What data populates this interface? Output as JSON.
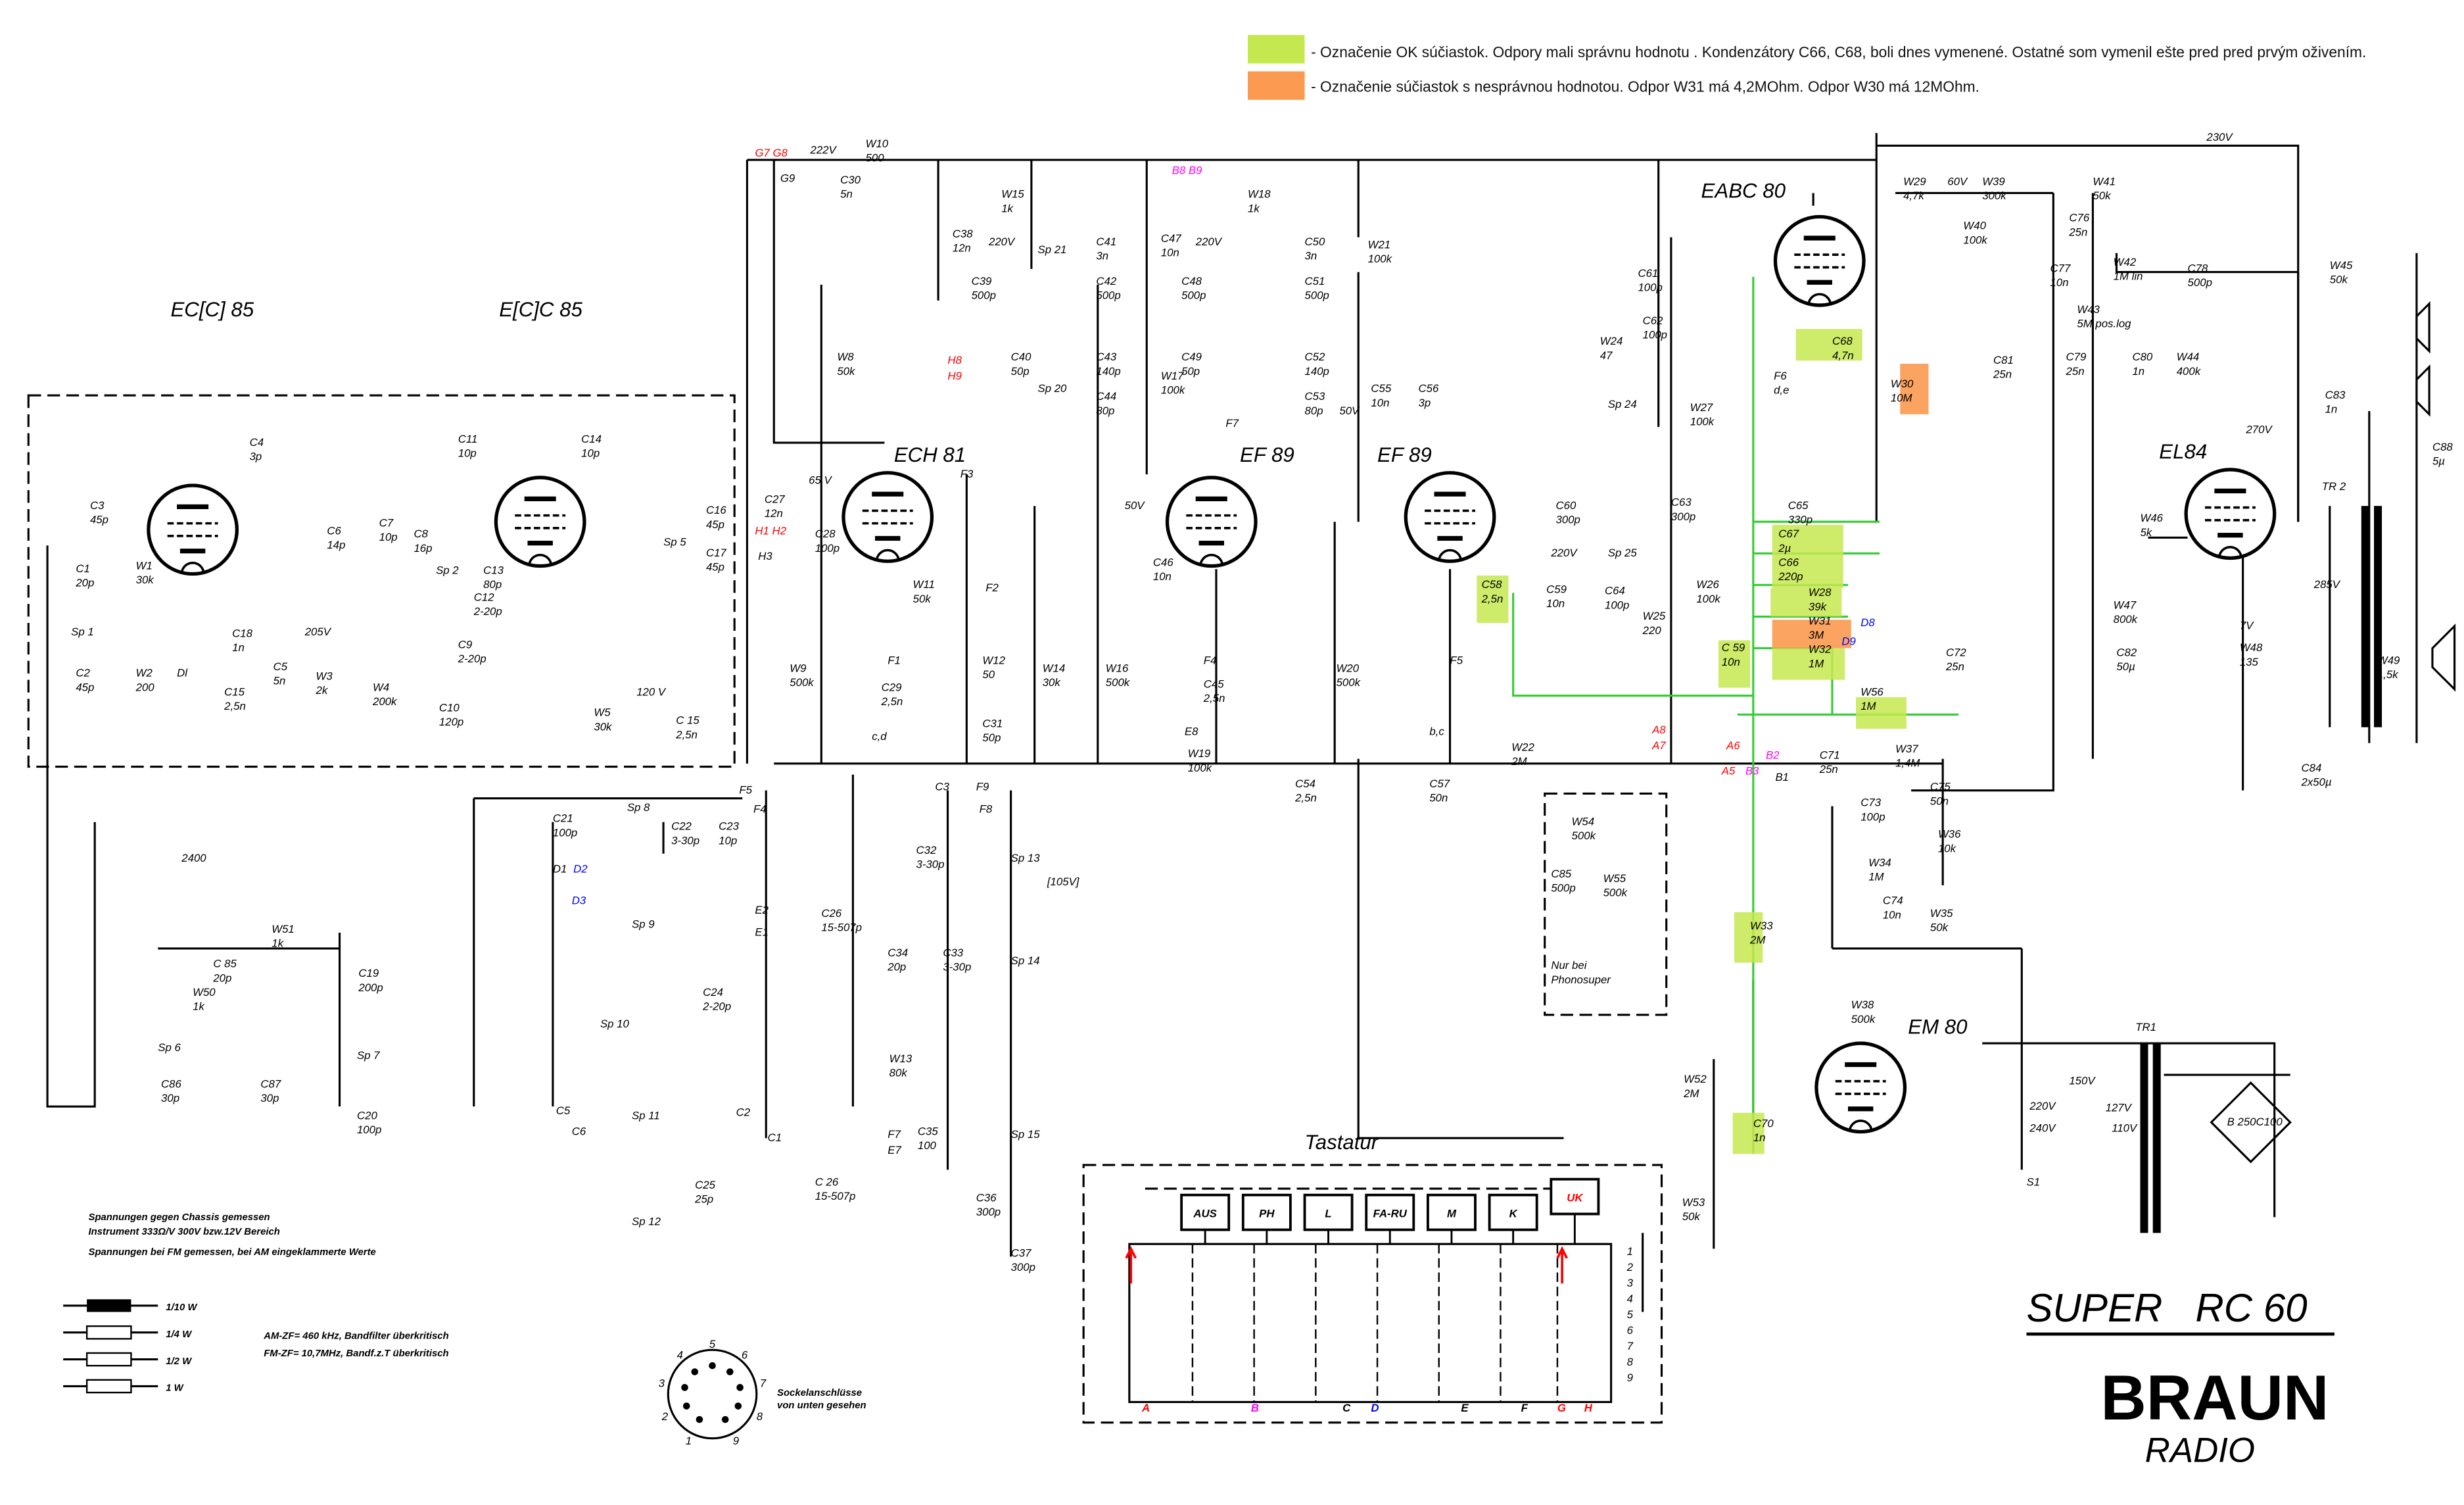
{
  "legend": [
    {
      "color": "#c5e84f",
      "text": "- Označenie OK súčiastok. Odpory mali správnu hodnotu . Kondenzátory C66, C68, boli dnes vymenené. Ostatné som vymenil ešte pred pred prvým oživením."
    },
    {
      "color": "#fb9a50",
      "text": "- Označenie súčiastok s nesprávnou hodnotou. Odpor W31 má 4,2MOhm. Odpor W30 má 12MOhm."
    }
  ],
  "highlight_colors": {
    "ok": "#c5e84f",
    "wrong": "#fb9a50",
    "green_wire": "#33cc33"
  },
  "highlighted_ok": [
    "C68",
    "C67",
    "C66",
    "W28",
    "W32",
    "W56",
    "C59",
    "C58",
    "W33",
    "C70"
  ],
  "highlighted_wrong": [
    "W30",
    "W31"
  ],
  "tubes": [
    "EC[C] 85",
    "E[C]C 85",
    "ECH 81",
    "EF 89",
    "EF 89",
    "EABC 80",
    "EL84",
    "EM 80"
  ],
  "title": {
    "model": "SUPER   RC 60",
    "logo": "BRAUN",
    "logo_sub": "RADIO"
  },
  "components": [
    {
      "ref": "C4",
      "value": "3p"
    },
    {
      "ref": "C3",
      "value": "45p"
    },
    {
      "ref": "C1",
      "value": "20p"
    },
    {
      "ref": "W1",
      "value": "30k"
    },
    {
      "ref": "Sp 1",
      "value": ""
    },
    {
      "ref": "C2",
      "value": "45p"
    },
    {
      "ref": "W2",
      "value": "200"
    },
    {
      "ref": "Dl",
      "value": ""
    },
    {
      "ref": "C18",
      "value": "1n"
    },
    {
      "ref": "C15",
      "value": "2,5n"
    },
    {
      "ref": "C11",
      "value": "10p"
    },
    {
      "ref": "C14",
      "value": "10p"
    },
    {
      "ref": "C6",
      "value": "14p"
    },
    {
      "ref": "C7",
      "value": "10p"
    },
    {
      "ref": "C8",
      "value": "16p"
    },
    {
      "ref": "Sp 2",
      "value": ""
    },
    {
      "ref": "C13",
      "value": "80p"
    },
    {
      "ref": "C12",
      "value": "2-20p"
    },
    {
      "ref": "C9",
      "value": "2-20p"
    },
    {
      "ref": "C16",
      "value": "45p"
    },
    {
      "ref": "C17",
      "value": "45p"
    },
    {
      "ref": "Sp 5",
      "value": ""
    },
    {
      "ref": "C5",
      "value": "5n"
    },
    {
      "ref": "W3",
      "value": "2k"
    },
    {
      "ref": "W4",
      "value": "200k"
    },
    {
      "ref": "C10",
      "value": "120p"
    },
    {
      "ref": "W5",
      "value": "30k"
    },
    {
      "ref": "C 15",
      "value": "2,5n"
    },
    {
      "ref": "W10",
      "value": "500"
    },
    {
      "ref": "C30",
      "value": "5n"
    },
    {
      "ref": "W8",
      "value": "50k"
    },
    {
      "ref": "W15",
      "value": "1k"
    },
    {
      "ref": "C38",
      "value": "12n"
    },
    {
      "ref": "C39",
      "value": "500p"
    },
    {
      "ref": "Sp 21",
      "value": ""
    },
    {
      "ref": "C41",
      "value": "3n"
    },
    {
      "ref": "C42",
      "value": "500p"
    },
    {
      "ref": "C40",
      "value": "50p"
    },
    {
      "ref": "Sp 20",
      "value": ""
    },
    {
      "ref": "C43",
      "value": "140p"
    },
    {
      "ref": "C44",
      "value": "80p"
    },
    {
      "ref": "W18",
      "value": "1k"
    },
    {
      "ref": "C47",
      "value": "10n"
    },
    {
      "ref": "C48",
      "value": "500p"
    },
    {
      "ref": "C50",
      "value": "3n"
    },
    {
      "ref": "C51",
      "value": "500p"
    },
    {
      "ref": "W21",
      "value": "100k"
    },
    {
      "ref": "C49",
      "value": "50p"
    },
    {
      "ref": "W17",
      "value": "100k"
    },
    {
      "ref": "C52",
      "value": "140p"
    },
    {
      "ref": "C53",
      "value": "80p"
    },
    {
      "ref": "F7",
      "value": ""
    },
    {
      "ref": "F3",
      "value": ""
    },
    {
      "ref": "C27",
      "value": "12n"
    },
    {
      "ref": "C28",
      "value": "100p"
    },
    {
      "ref": "W11",
      "value": "50k"
    },
    {
      "ref": "F2",
      "value": ""
    },
    {
      "ref": "F1",
      "value": ""
    },
    {
      "ref": "W9",
      "value": "500k"
    },
    {
      "ref": "C29",
      "value": "2,5n"
    },
    {
      "ref": "W12",
      "value": "50"
    },
    {
      "ref": "C31",
      "value": "50p"
    },
    {
      "ref": "W14",
      "value": "30k"
    },
    {
      "ref": "W16",
      "value": "500k"
    },
    {
      "ref": "C46",
      "value": "10n"
    },
    {
      "ref": "F4",
      "value": ""
    },
    {
      "ref": "C45",
      "value": "2,5n"
    },
    {
      "ref": "W19",
      "value": "100k"
    },
    {
      "ref": "W20",
      "value": "500k"
    },
    {
      "ref": "C55",
      "value": "10n"
    },
    {
      "ref": "C56",
      "value": "3p"
    },
    {
      "ref": "C58",
      "value": "2,5n"
    },
    {
      "ref": "C59",
      "value": "10n"
    },
    {
      "ref": "F5",
      "value": ""
    },
    {
      "ref": "W22",
      "value": "2M"
    },
    {
      "ref": "C54",
      "value": "2,5n"
    },
    {
      "ref": "C57",
      "value": "50n"
    },
    {
      "ref": "C61",
      "value": "100p"
    },
    {
      "ref": "C62",
      "value": "100p"
    },
    {
      "ref": "W24",
      "value": "47"
    },
    {
      "ref": "F6",
      "value": "d,e"
    },
    {
      "ref": "C68",
      "value": "4,7n"
    },
    {
      "ref": "W30",
      "value": "10M"
    },
    {
      "ref": "W27",
      "value": "100k"
    },
    {
      "ref": "Sp 24",
      "value": ""
    },
    {
      "ref": "C60",
      "value": "300p"
    },
    {
      "ref": "C63",
      "value": "300p"
    },
    {
      "ref": "Sp 25",
      "value": ""
    },
    {
      "ref": "C64",
      "value": "100p"
    },
    {
      "ref": "W25",
      "value": "220"
    },
    {
      "ref": "W26",
      "value": "100k"
    },
    {
      "ref": "C65",
      "value": "330p"
    },
    {
      "ref": "C67",
      "value": "2µ"
    },
    {
      "ref": "C66",
      "value": "220p"
    },
    {
      "ref": "W28",
      "value": "39k"
    },
    {
      "ref": "W31",
      "value": "3M"
    },
    {
      "ref": "W32",
      "value": "1M"
    },
    {
      "ref": "C 59",
      "value": "10n"
    },
    {
      "ref": "W56",
      "value": "1M"
    },
    {
      "ref": "C72",
      "value": "25n"
    },
    {
      "ref": "C71",
      "value": "25n"
    },
    {
      "ref": "W37",
      "value": "1,4M"
    },
    {
      "ref": "C73",
      "value": "100p"
    },
    {
      "ref": "C75",
      "value": "50n"
    },
    {
      "ref": "W36",
      "value": "10k"
    },
    {
      "ref": "W34",
      "value": "1M"
    },
    {
      "ref": "C74",
      "value": "10n"
    },
    {
      "ref": "W35",
      "value": "50k"
    },
    {
      "ref": "W54",
      "value": "500k"
    },
    {
      "ref": "C85",
      "value": "500p"
    },
    {
      "ref": "W55",
      "value": "500k"
    },
    {
      "ref": "W33",
      "value": "2M"
    },
    {
      "ref": "W38",
      "value": "500k"
    },
    {
      "ref": "W52",
      "value": "2M"
    },
    {
      "ref": "C70",
      "value": "1n"
    },
    {
      "ref": "W53",
      "value": "50k"
    },
    {
      "ref": "W29",
      "value": "4,7k"
    },
    {
      "ref": "W39",
      "value": "300k"
    },
    {
      "ref": "W40",
      "value": "100k"
    },
    {
      "ref": "C76",
      "value": "25n"
    },
    {
      "ref": "W41",
      "value": "50k"
    },
    {
      "ref": "C77",
      "value": "10n"
    },
    {
      "ref": "W42",
      "value": "1M lin"
    },
    {
      "ref": "C78",
      "value": "500p"
    },
    {
      "ref": "W45",
      "value": "50k"
    },
    {
      "ref": "W43",
      "value": "5M pos.log"
    },
    {
      "ref": "C79",
      "value": "25n"
    },
    {
      "ref": "C80",
      "value": "1n"
    },
    {
      "ref": "W44",
      "value": "400k"
    },
    {
      "ref": "C81",
      "value": "25n"
    },
    {
      "ref": "C83",
      "value": "1n"
    },
    {
      "ref": "TR 2",
      "value": ""
    },
    {
      "ref": "C88",
      "value": "5µ"
    },
    {
      "ref": "W46",
      "value": "5k"
    },
    {
      "ref": "W47",
      "value": "800k"
    },
    {
      "ref": "C82",
      "value": "50µ"
    },
    {
      "ref": "W48",
      "value": "135"
    },
    {
      "ref": "W49",
      "value": "1,5k"
    },
    {
      "ref": "C84",
      "value": "2x50µ"
    },
    {
      "ref": "TR1",
      "value": ""
    },
    {
      "ref": "B 250C100",
      "value": ""
    },
    {
      "ref": "S1",
      "value": ""
    },
    {
      "ref": "Sp 8",
      "value": ""
    },
    {
      "ref": "C21",
      "value": "100p"
    },
    {
      "ref": "C22",
      "value": "3-30p"
    },
    {
      "ref": "C23",
      "value": "10p"
    },
    {
      "ref": "2400",
      "value": ""
    },
    {
      "ref": "W51",
      "value": "1k"
    },
    {
      "ref": "C 85",
      "value": "20p"
    },
    {
      "ref": "W50",
      "value": "1k"
    },
    {
      "ref": "Sp 6",
      "value": ""
    },
    {
      "ref": "C86",
      "value": "30p"
    },
    {
      "ref": "C87",
      "value": "30p"
    },
    {
      "ref": "C19",
      "value": "200p"
    },
    {
      "ref": "Sp 7",
      "value": ""
    },
    {
      "ref": "C20",
      "value": "100p"
    },
    {
      "ref": "Sp 9",
      "value": ""
    },
    {
      "ref": "C24",
      "value": "2-20p"
    },
    {
      "ref": "Sp 10",
      "value": ""
    },
    {
      "ref": "Sp 11",
      "value": ""
    },
    {
      "ref": "C25",
      "value": "25p"
    },
    {
      "ref": "Sp 12",
      "value": ""
    },
    {
      "ref": "C26",
      "value": "15-507p"
    },
    {
      "ref": "C 26",
      "value": "15-507p"
    },
    {
      "ref": "C32",
      "value": "3-30p"
    },
    {
      "ref": "Sp 13",
      "value": ""
    },
    {
      "ref": "C34",
      "value": "20p"
    },
    {
      "ref": "C33",
      "value": "3-30p"
    },
    {
      "ref": "Sp 14",
      "value": ""
    },
    {
      "ref": "W13",
      "value": "80k"
    },
    {
      "ref": "C35",
      "value": "100"
    },
    {
      "ref": "C36",
      "value": "300p"
    },
    {
      "ref": "Sp 15",
      "value": ""
    },
    {
      "ref": "C37",
      "value": "300p"
    },
    {
      "ref": "Nur bei",
      "value": "Phonosuper"
    }
  ],
  "voltages": [
    "222V",
    "230V",
    "220V",
    "220V",
    "65 V",
    "50V",
    "50V",
    "205V",
    "120 V",
    "220V",
    "60V",
    "270V",
    "285V",
    "7V",
    "[105V]",
    "150V",
    "220V",
    "240V",
    "127V",
    "110V"
  ],
  "markers": [
    {
      "text": "G7 G8",
      "color": "#ff0000"
    },
    {
      "text": "G9",
      "color": "#000000"
    },
    {
      "text": "B8 B9",
      "color": "#ff00ff"
    },
    {
      "text": "H8",
      "color": "#ff0000"
    },
    {
      "text": "H9",
      "color": "#ff0000"
    },
    {
      "text": "H1 H2",
      "color": "#ff0000"
    },
    {
      "text": "H3",
      "color": "#000000"
    },
    {
      "text": "D8",
      "color": "#0000ff"
    },
    {
      "text": "D9",
      "color": "#0000ff"
    },
    {
      "text": "A8",
      "color": "#ff0000"
    },
    {
      "text": "A7",
      "color": "#ff0000"
    },
    {
      "text": "A6",
      "color": "#ff0000"
    },
    {
      "text": "A5",
      "color": "#ff0000"
    },
    {
      "text": "B2",
      "color": "#ff00ff"
    },
    {
      "text": "B3",
      "color": "#ff00ff"
    },
    {
      "text": "B1",
      "color": "#000000"
    },
    {
      "text": "D1",
      "color": "#000000"
    },
    {
      "text": "D2",
      "color": "#0000ff"
    },
    {
      "text": "D3",
      "color": "#0000ff"
    },
    {
      "text": "F5",
      "color": "#000000"
    },
    {
      "text": "F4",
      "color": "#000000"
    },
    {
      "text": "E2",
      "color": "#000000"
    },
    {
      "text": "E1",
      "color": "#000000"
    },
    {
      "text": "C5",
      "color": "#000000"
    },
    {
      "text": "C6",
      "color": "#000000"
    },
    {
      "text": "C2",
      "color": "#000000"
    },
    {
      "text": "C1",
      "color": "#000000"
    },
    {
      "text": "C3",
      "color": "#000000"
    },
    {
      "text": "F9",
      "color": "#000000"
    },
    {
      "text": "F8",
      "color": "#000000"
    },
    {
      "text": "F7",
      "color": "#000000"
    },
    {
      "text": "E7",
      "color": "#000000"
    },
    {
      "text": "E8",
      "color": "#000000"
    },
    {
      "text": "b,c",
      "color": "#000000"
    },
    {
      "text": "c,d",
      "color": "#000000"
    },
    {
      "text": "b",
      "color": "#000000"
    }
  ],
  "tastatur": {
    "title": "Tastatur",
    "keys": [
      {
        "label": "AUS",
        "color": "#000000"
      },
      {
        "label": "PH",
        "color": "#000000"
      },
      {
        "label": "L",
        "color": "#000000"
      },
      {
        "label": "FA-RU",
        "color": "#000000"
      },
      {
        "label": "M",
        "color": "#000000"
      },
      {
        "label": "K",
        "color": "#000000"
      },
      {
        "label": "UK",
        "color": "#ff0000"
      }
    ],
    "columns": [
      {
        "label": "A",
        "color": "#ff0000"
      },
      {
        "label": "B",
        "color": "#ff00ff"
      },
      {
        "label": "C",
        "color": "#000000"
      },
      {
        "label": "D",
        "color": "#0000ff"
      },
      {
        "label": "E",
        "color": "#000000"
      },
      {
        "label": "F",
        "color": "#000000"
      },
      {
        "label": "G",
        "color": "#ff0000"
      },
      {
        "label": "H",
        "color": "#ff0000"
      }
    ],
    "rows": [
      "1",
      "2",
      "3",
      "4",
      "5",
      "6",
      "7",
      "8",
      "9"
    ]
  },
  "notes": {
    "measure": [
      "Spannungen gegen Chassis gemessen",
      "Instrument   333Ω/V   300V bzw.12V Bereich",
      "Spannungen bei FM gemessen, bei AM eingeklammerte Werte"
    ],
    "wattage": [
      "1/10 W",
      "1/4 W",
      "1/2 W",
      "1 W"
    ],
    "if": [
      "AM-ZF= 460 kHz, Bandfilter überkritisch",
      "FM-ZF= 10,7MHz, Bandf.z.T überkritisch"
    ],
    "socket": [
      "Sockelanschlüsse",
      "von unten gesehen"
    ],
    "socket_pins": [
      "1",
      "2",
      "3",
      "4",
      "5",
      "6",
      "7",
      "8",
      "9"
    ]
  }
}
